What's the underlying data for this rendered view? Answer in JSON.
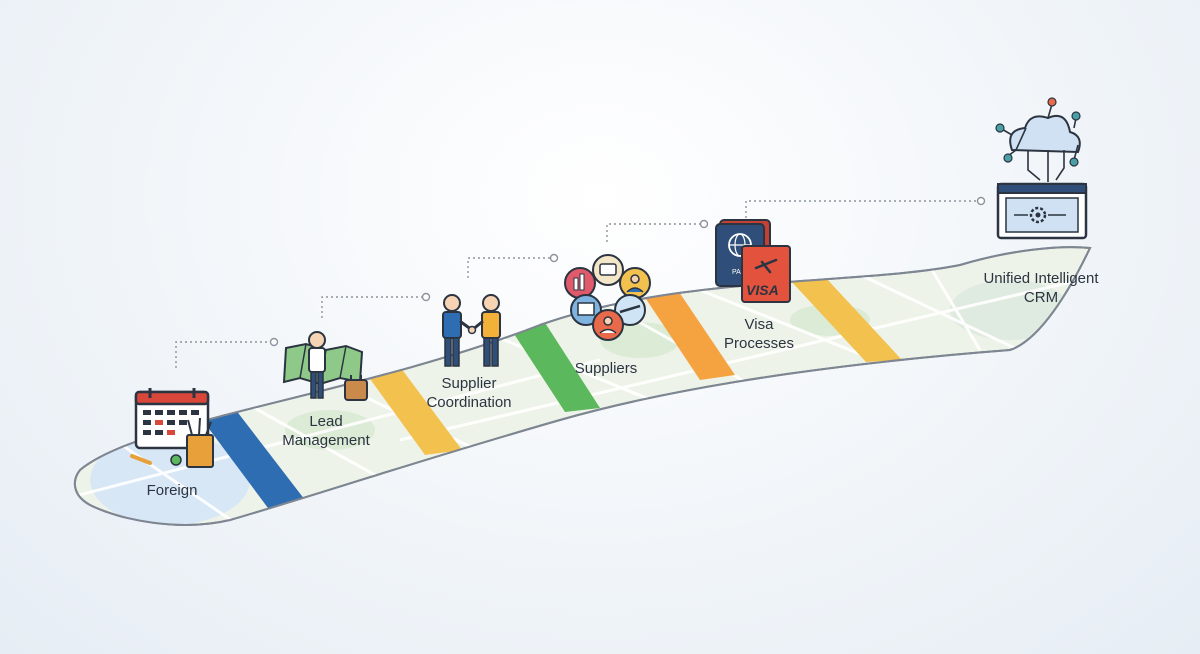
{
  "stages": [
    {
      "id": "foreign",
      "label_lines": [
        "Foreign"
      ],
      "icon": "calendar-planning-icon"
    },
    {
      "id": "lead",
      "label_lines": [
        "Lead",
        "Management"
      ],
      "icon": "traveler-map-icon"
    },
    {
      "id": "supplier-coordination",
      "label_lines": [
        "Supplier",
        "Coordination"
      ],
      "icon": "handshake-icon"
    },
    {
      "id": "suppliers",
      "label_lines": [
        "Suppliers"
      ],
      "icon": "supplier-network-icon"
    },
    {
      "id": "visa",
      "label_lines": [
        "Visa",
        "Processes"
      ],
      "icon": "passport-visa-icon"
    },
    {
      "id": "crm",
      "label_lines": [
        "Unified Intelligent",
        "CRM"
      ],
      "icon": "cloud-crm-icon"
    }
  ],
  "icon_texts": {
    "passport": "PASS",
    "visa": "VISA"
  },
  "colors": {
    "blue": "#2f6db3",
    "yellow": "#f2c14e",
    "green": "#5cb85c",
    "orange": "#f4a340",
    "road": "#eef3ea",
    "outline": "#7d8691"
  }
}
